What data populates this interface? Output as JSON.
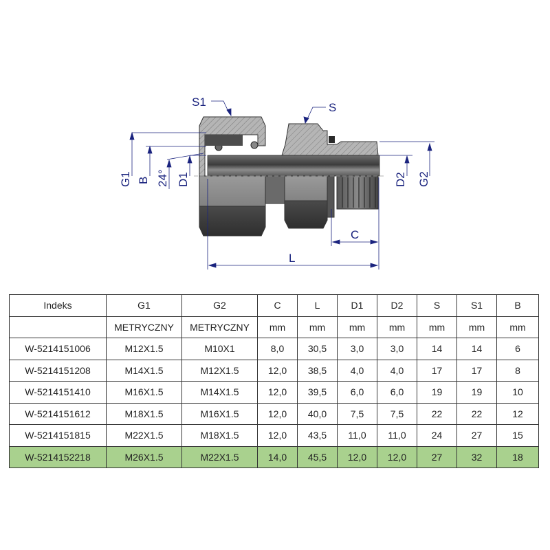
{
  "drawing": {
    "labels": {
      "s1": "S1",
      "s": "S",
      "g1": "G1",
      "b": "B",
      "angle": "24°",
      "d1": "D1",
      "d2": "D2",
      "g2": "G2",
      "c": "C",
      "l": "L"
    },
    "colors": {
      "dimension": "#1a237e",
      "section_fill": "#a8a8a8",
      "body_dark": "#4a4a4a",
      "highlight_row": "#a9d18e"
    }
  },
  "table": {
    "headers": [
      "Indeks",
      "G1",
      "G2",
      "C",
      "L",
      "D1",
      "D2",
      "S",
      "S1",
      "B"
    ],
    "units": [
      "",
      "METRYCZNY",
      "METRYCZNY",
      "mm",
      "mm",
      "mm",
      "mm",
      "mm",
      "mm",
      "mm"
    ],
    "rows": [
      [
        "W-5214151006",
        "M12X1.5",
        "M10X1",
        "8,0",
        "30,5",
        "3,0",
        "3,0",
        "14",
        "14",
        "6"
      ],
      [
        "W-5214151208",
        "M14X1.5",
        "M12X1.5",
        "12,0",
        "38,5",
        "4,0",
        "4,0",
        "17",
        "17",
        "8"
      ],
      [
        "W-5214151410",
        "M16X1.5",
        "M14X1.5",
        "12,0",
        "39,5",
        "6,0",
        "6,0",
        "19",
        "19",
        "10"
      ],
      [
        "W-5214151612",
        "M18X1.5",
        "M16X1.5",
        "12,0",
        "40,0",
        "7,5",
        "7,5",
        "22",
        "22",
        "12"
      ],
      [
        "W-5214151815",
        "M22X1.5",
        "M18X1.5",
        "12,0",
        "43,5",
        "11,0",
        "11,0",
        "24",
        "27",
        "15"
      ],
      [
        "W-5214152218",
        "M26X1.5",
        "M22X1.5",
        "14,0",
        "45,5",
        "12,0",
        "12,0",
        "27",
        "32",
        "18"
      ]
    ],
    "highlighted_row_index": 5
  }
}
